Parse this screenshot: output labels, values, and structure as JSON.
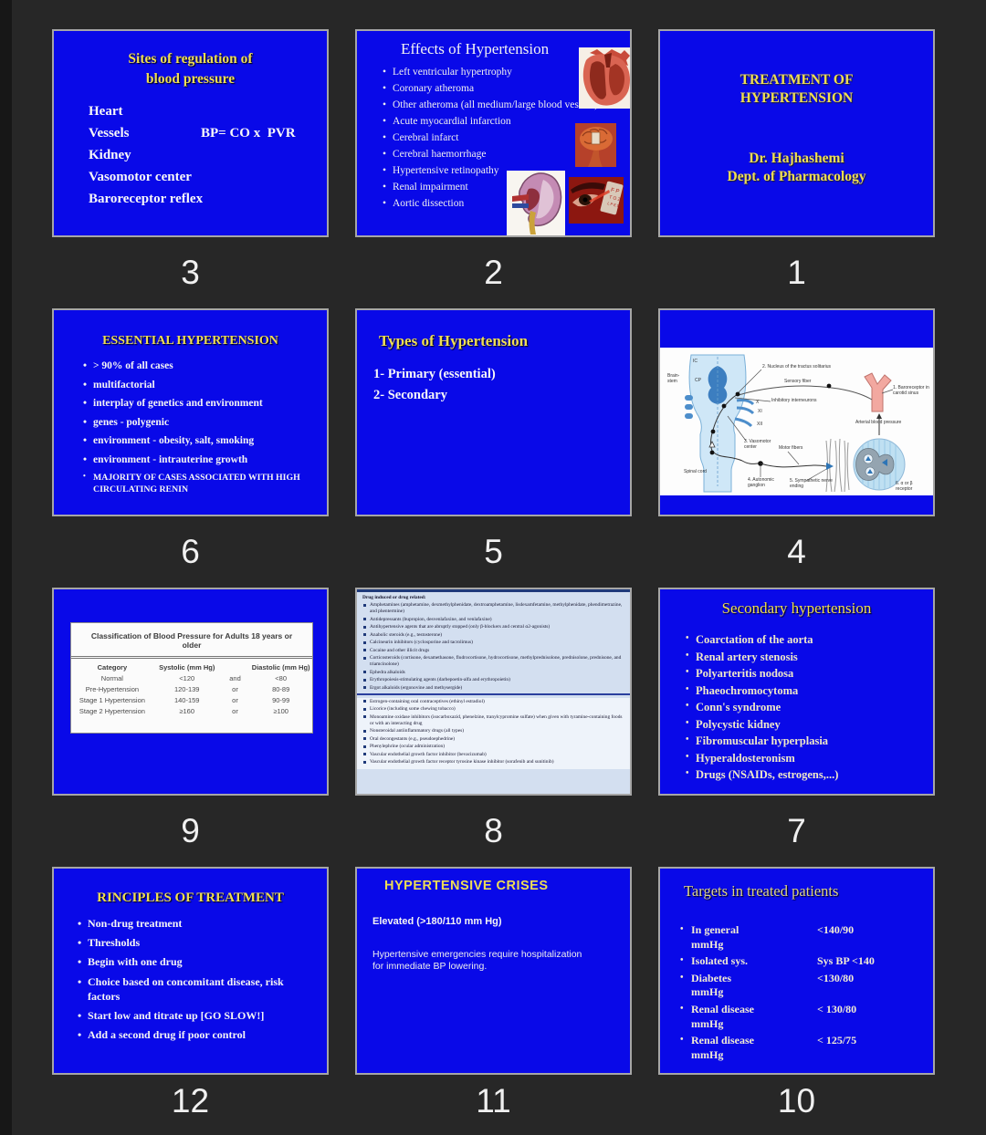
{
  "app": {
    "background": "#272727",
    "slide_color": "#0909e8",
    "accent_yellow": "#eedd55"
  },
  "slides": [
    {
      "number": "3",
      "title_line1": "Sites of regulation of",
      "title_line2": "blood pressure",
      "items": [
        "Heart",
        "Vessels",
        "Kidney",
        "Vasomotor center",
        "Baroreceptor reflex"
      ],
      "formula": "BP= CO x  PVR"
    },
    {
      "number": "2",
      "title": "Effects of Hypertension",
      "items": [
        "Left ventricular hypertrophy",
        "Coronary atheroma",
        "Other atheroma (all medium/large blood vessels)",
        "Acute myocardial infarction",
        "Cerebral infarct",
        "Cerebral haemorrhage",
        "Hypertensive retinopathy",
        "Renal impairment",
        "Aortic dissection"
      ]
    },
    {
      "number": "1",
      "title_line1": "TREATMENT OF",
      "title_line2": "HYPERTENSION",
      "author": "Dr. Hajhashemi",
      "dept": "Dept. of Pharmacology"
    },
    {
      "number": "6",
      "title": "ESSENTIAL HYPERTENSION",
      "items": [
        "> 90% of all cases",
        "multifactorial",
        "interplay of genetics and environment",
        "genes - polygenic",
        "environment - obesity, salt, smoking",
        "environment - intrauterine growth"
      ],
      "last_item": "MAJORITY OF CASES ASSOCIATED WITH HIGH CIRCULATING RENIN"
    },
    {
      "number": "5",
      "title": "Types of Hypertension",
      "items": [
        "1- Primary (essential)",
        "2- Secondary"
      ]
    },
    {
      "number": "4",
      "labels": {
        "brainstem": "Brain-stem",
        "ic": "IC",
        "cp": "CP",
        "nucleus": "2. Nucleus of the tractus solitarius",
        "sensory": "Sensory fiber",
        "inhibitory": "Inhibitory interneurons",
        "x": "X",
        "xi": "XI",
        "xii": "XII",
        "vasomotor": "3. Vasomotor center",
        "motor": "Motor fibers",
        "spinal": "Spinal cord",
        "ganglion": "4. Autonomic ganglion",
        "sympathetic": "5. Sympathetic nerve ending",
        "baroreceptor": "1. Baroreceptor in carotid sinus",
        "arterial": "Arterial blood pressure",
        "receptor": "6. α or β receptor"
      }
    },
    {
      "number": "9",
      "table_title": "Classification of Blood Pressure for Adults 18 years or older",
      "table_rows": [
        [
          "Category",
          "Systolic (mm Hg)",
          "",
          "Diastolic (mm Hg)"
        ],
        [
          "Normal",
          "<120",
          "and",
          "<80"
        ],
        [
          "Pre-Hypertension",
          "120-139",
          "or",
          "80-89"
        ],
        [
          "Stage 1 Hypertension",
          "140-159",
          "or",
          "90-99"
        ],
        [
          "Stage 2 Hypertension",
          "≥160",
          "or",
          "≥100"
        ]
      ]
    },
    {
      "number": "8",
      "header": "Drug induced or drug related:",
      "section1": [
        "Amphetamines (amphetamine, dexmethylphenidate, dextroamphetamine, lisdexamfetamine, methylphenidate, phendimetrazine, and phentermine)",
        "Antidepressants (bupropion, desvenlafaxine, and venlafaxine)",
        "Antihypertensive agents that are abruptly stopped (only β-blockers and central α2-agonists)",
        "Anabolic steroids (e.g., testosterone)",
        "Calcineurin inhibitors (cyclosporine and tacrolimus)",
        "Cocaine and other illicit drugs",
        "Corticosteroids (cortisone, dexamethasone, fludrocortisone, hydrocortisone, methylprednisolone, prednisolone, prednisone, and triamcinolone)",
        "Ephedra alkaloids",
        "Erythropoiesis-stimulating agents (darbepoetin-alfa and erythropoietin)",
        "Ergot alkaloids (ergonovine and methysergide)"
      ],
      "section2": [
        "Estrogen-containing oral contraceptives (ethinyl estradiol)",
        "Licorice (including some chewing tobacco)",
        "Monoamine oxidase inhibitors (isocarboxazid, phenelzine, tranylcypromine sulfate) when given with tyramine-containing foods or with an interacting drug",
        "Nonsteroidal antiinflammatory drugs (all types)",
        "Oral decongestants (e.g., pseudoephedrine)",
        "Phenylephrine (ocular administration)",
        "Vascular endothelial growth factor inhibitor (bevacizumab)",
        "Vascular endothelial growth factor receptor tyrosine kinase inhibitor (sorafenib and sunitinib)"
      ]
    },
    {
      "number": "7",
      "title": "Secondary hypertension",
      "items": [
        "Coarctation of the aorta",
        "Renal artery stenosis",
        "Polyarteritis nodosa",
        "Phaeochromocytoma",
        "Conn's syndrome",
        "Polycystic kidney",
        "Fibromuscular hyperplasia",
        "Hyperaldosteronism",
        "Drugs (NSAIDs, estrogens,...)"
      ]
    },
    {
      "number": "12",
      "title": "RINCIPLES OF TREATMENT",
      "items": [
        "Non-drug treatment",
        "Thresholds",
        "Begin with one drug",
        "Choice based on concomitant disease, risk factors",
        "Start low and titrate up [GO SLOW!]",
        "Add a second drug if poor control"
      ]
    },
    {
      "number": "11",
      "title": "HYPERTENSIVE CRISES",
      "subtitle": "Elevated (>180/110 mm Hg)",
      "body": "Hypertensive emergencies require hospitalization for immediate BP lowering."
    },
    {
      "number": "10",
      "title": "Targets in treated patients",
      "rows": [
        {
          "label": "In general",
          "unit": "mmHg",
          "value": "<140/90"
        },
        {
          "label": "Isolated sys.",
          "unit": "",
          "value": "Sys BP <140"
        },
        {
          "label": "Diabetes",
          "unit": "mmHg",
          "value": "<130/80"
        },
        {
          "label": "Renal disease",
          "unit": "mmHg",
          "value": "< 130/80"
        },
        {
          "label": "Renal disease",
          "unit": "mmHg",
          "value": "< 125/75"
        }
      ]
    }
  ]
}
